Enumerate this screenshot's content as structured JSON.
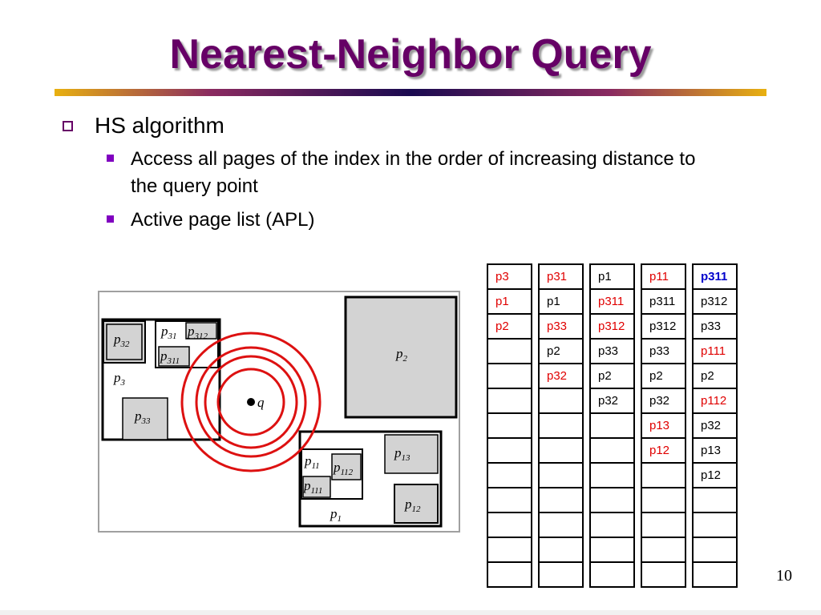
{
  "slide": {
    "title": "Nearest-Neighbor Query",
    "bullet": "HS algorithm",
    "sub1": "Access all pages of the index in the order of increasing distance to the query point",
    "sub2": "Active page list (APL)",
    "page_number": "10"
  },
  "diagram": {
    "labels": {
      "p32": "p",
      "p32s": "32",
      "p31": "p",
      "p31s": "31",
      "p312": "p",
      "p312s": "312",
      "p311": "p",
      "p311s": "311",
      "p3": "p",
      "p3s": "3",
      "p33": "p",
      "p33s": "33",
      "p2": "p",
      "p2s": "2",
      "q": "q",
      "p13": "p",
      "p13s": "13",
      "p11": "p",
      "p11s": "11",
      "p112": "p",
      "p112s": "112",
      "p111": "p",
      "p111s": "111",
      "p12": "p",
      "p12s": "12",
      "p1": "p",
      "p1s": "1"
    }
  },
  "apl": {
    "colors": {
      "red": "#e00000",
      "black": "#000000",
      "blue": "#0000cc"
    },
    "rows": 13,
    "columns": [
      [
        {
          "t": "p3",
          "c": "red"
        },
        {
          "t": "p1",
          "c": "red"
        },
        {
          "t": "p2",
          "c": "red"
        }
      ],
      [
        {
          "t": "p31",
          "c": "red"
        },
        {
          "t": "p1",
          "c": "black"
        },
        {
          "t": "p33",
          "c": "red"
        },
        {
          "t": "p2",
          "c": "black"
        },
        {
          "t": "p32",
          "c": "red"
        }
      ],
      [
        {
          "t": "p1",
          "c": "black"
        },
        {
          "t": "p311",
          "c": "red"
        },
        {
          "t": "p312",
          "c": "red"
        },
        {
          "t": "p33",
          "c": "black"
        },
        {
          "t": "p2",
          "c": "black"
        },
        {
          "t": "p32",
          "c": "black"
        }
      ],
      [
        {
          "t": "p11",
          "c": "red"
        },
        {
          "t": "p311",
          "c": "black"
        },
        {
          "t": "p312",
          "c": "black"
        },
        {
          "t": "p33",
          "c": "black"
        },
        {
          "t": "p2",
          "c": "black"
        },
        {
          "t": "p32",
          "c": "black"
        },
        {
          "t": "p13",
          "c": "red"
        },
        {
          "t": "p12",
          "c": "red"
        }
      ],
      [
        {
          "t": "p311",
          "c": "blue"
        },
        {
          "t": "p312",
          "c": "black"
        },
        {
          "t": "p33",
          "c": "black"
        },
        {
          "t": "p111",
          "c": "red"
        },
        {
          "t": "p2",
          "c": "black"
        },
        {
          "t": "p112",
          "c": "red"
        },
        {
          "t": "p32",
          "c": "black"
        },
        {
          "t": "p13",
          "c": "black"
        },
        {
          "t": "p12",
          "c": "black"
        }
      ]
    ]
  }
}
